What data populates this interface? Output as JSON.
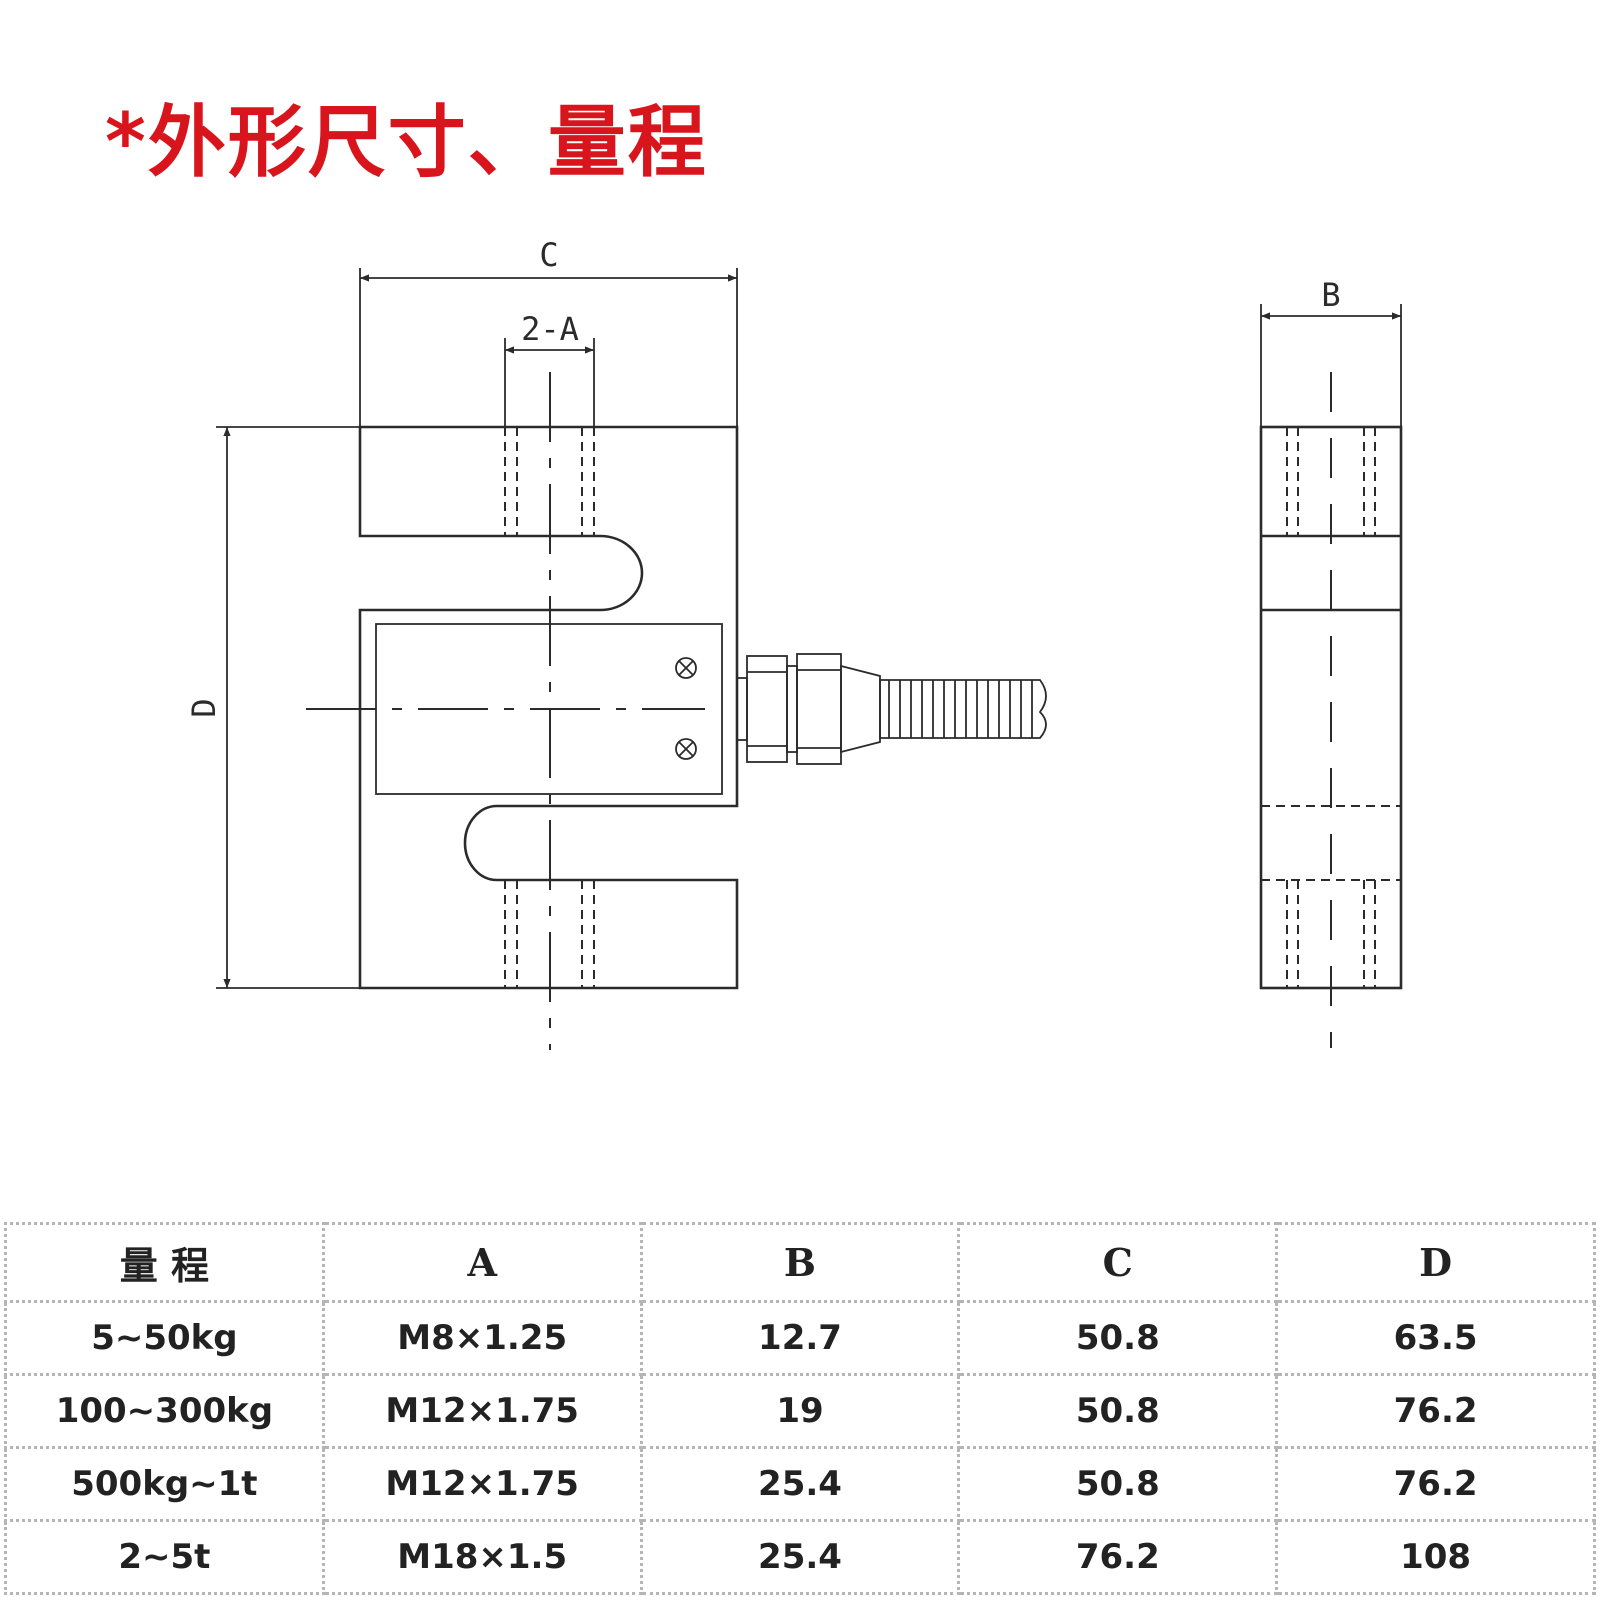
{
  "title": "*外形尺寸、量程",
  "dimension_labels": {
    "c": "C",
    "two_a": "2-A",
    "d": "D",
    "b": "B"
  },
  "table": {
    "headers": [
      "量 程",
      "A",
      "B",
      "C",
      "D"
    ],
    "rows": [
      [
        "5~50kg",
        "M8×1.25",
        "12.7",
        "50.8",
        "63.5"
      ],
      [
        "100~300kg",
        "M12×1.75",
        "19",
        "50.8",
        "76.2"
      ],
      [
        "500kg~1t",
        "M12×1.75",
        "25.4",
        "50.8",
        "76.2"
      ],
      [
        "2~5t",
        "M18×1.5",
        "25.4",
        "76.2",
        "108"
      ]
    ]
  },
  "colors": {
    "title": "#d8141c",
    "line": "#2b2b2b",
    "table_border": "#b5b5b5"
  }
}
